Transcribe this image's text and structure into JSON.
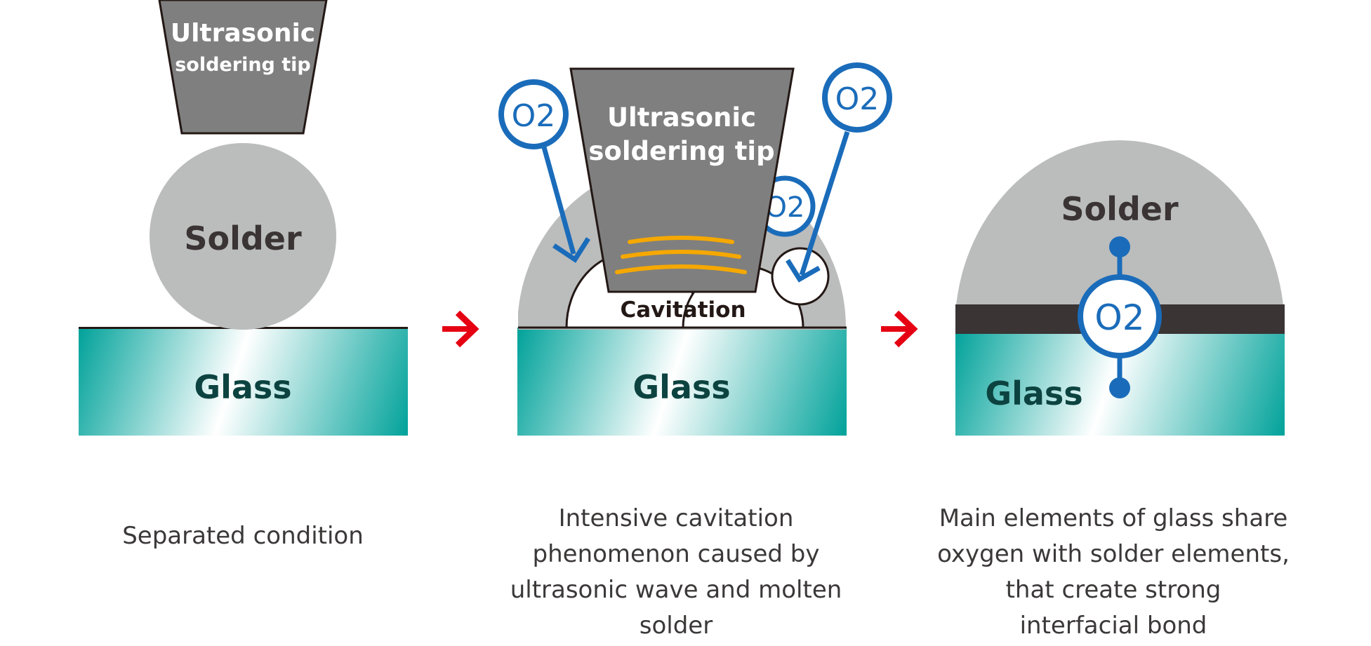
{
  "panel1": {
    "tip_line1": "Ultrasonic",
    "tip_line2": "soldering tip",
    "solder": "Solder",
    "glass": "Glass",
    "caption": "Separated condition"
  },
  "panel2": {
    "tip_line1": "Ultrasonic",
    "tip_line2": "soldering tip",
    "cavitation": "Cavitation",
    "glass": "Glass",
    "o2_left": "O2",
    "o2_right": "O2",
    "o2_hidden": "O2",
    "caption_lines": [
      "Intensive cavitation",
      "phenomenon caused by",
      "ultrasonic wave and molten",
      "solder"
    ]
  },
  "panel3": {
    "solder": "Solder",
    "glass": "Glass",
    "o2": "O2",
    "caption_lines": [
      "Main elements of glass share",
      "oxygen with solder elements,",
      "that create strong",
      "interfacial bond"
    ]
  },
  "colors": {
    "tip_gray": "#7f7f7f",
    "solder_gray": "#bbbcbc",
    "glass_teal": "#00a29a",
    "oxygen_blue": "#1a6cba",
    "arrow_red": "#e50012",
    "wave_orange": "#f5a800",
    "bond_dark": "#3a3434"
  },
  "icons": [
    "red-arrow-icon",
    "oxygen-molecule-icon"
  ]
}
